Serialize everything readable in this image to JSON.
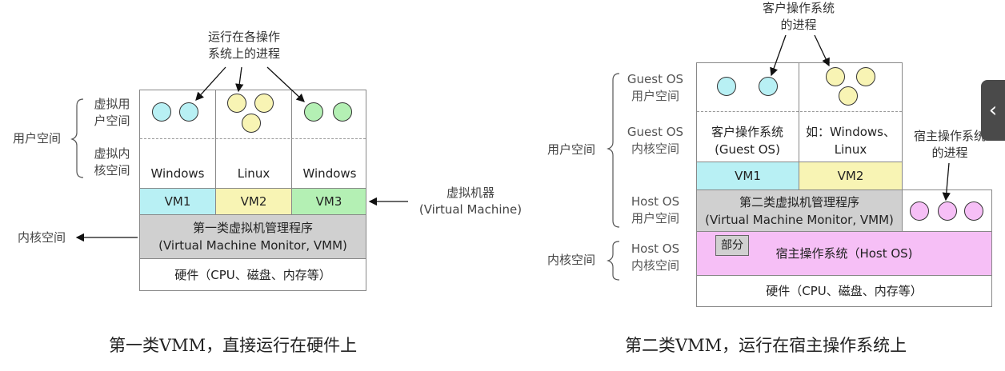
{
  "left": {
    "proc_label": "运行在各操作\n系统上的进程",
    "vuser_label": "虚拟用\n户空间",
    "vkernel_label": "虚拟内\n核空间",
    "user_space": "用户空间",
    "kernel_space": "内核空间",
    "vm_label": "虚拟机器\n(Virtual Machine)",
    "os": [
      "Windows",
      "Linux",
      "Windows"
    ],
    "vms": [
      "VM1",
      "VM2",
      "VM3"
    ],
    "vmm": "第一类虚拟机管理程序\n(Virtual Machine Monitor, VMM)",
    "hardware": "硬件（CPU、磁盘、内存等）",
    "caption": "第一类VMM，直接运行在硬件上",
    "colors": {
      "vm1": "#b8f0f4",
      "vm2": "#f8f4b4",
      "vm3": "#b4f0b4",
      "vmm": "#d0d0d0"
    }
  },
  "right": {
    "guest_proc_label": "客户操作系统\n的进程",
    "host_proc_label": "宿主操作系统\n的进程",
    "guest_user": "Guest OS\n用户空间",
    "guest_kernel": "Guest OS\n内核空间",
    "host_user": "Host OS\n用户空间",
    "host_kernel": "Host OS\n内核空间",
    "user_space": "用户空间",
    "kernel_space": "内核空间",
    "guest_os": "客户操作系统\n(Guest OS)",
    "example": "如：Windows、\nLinux",
    "vms": [
      "VM1",
      "VM2"
    ],
    "vmm": "第二类虚拟机管理程序\n(Virtual Machine Monitor, VMM)",
    "partial": "部分",
    "host_os": "宿主操作系统（Host OS)",
    "hardware": "硬件（CPU、磁盘、内存等）",
    "caption": "第二类VMM，运行在宿主操作系统上",
    "colors": {
      "vm1": "#b8f0f4",
      "vm2": "#f8f4b4",
      "host": "#f6bff6",
      "vmm": "#d0d0d0"
    }
  },
  "side_tab": {
    "icon": "chevron-left-icon",
    "glyph": "‹"
  }
}
